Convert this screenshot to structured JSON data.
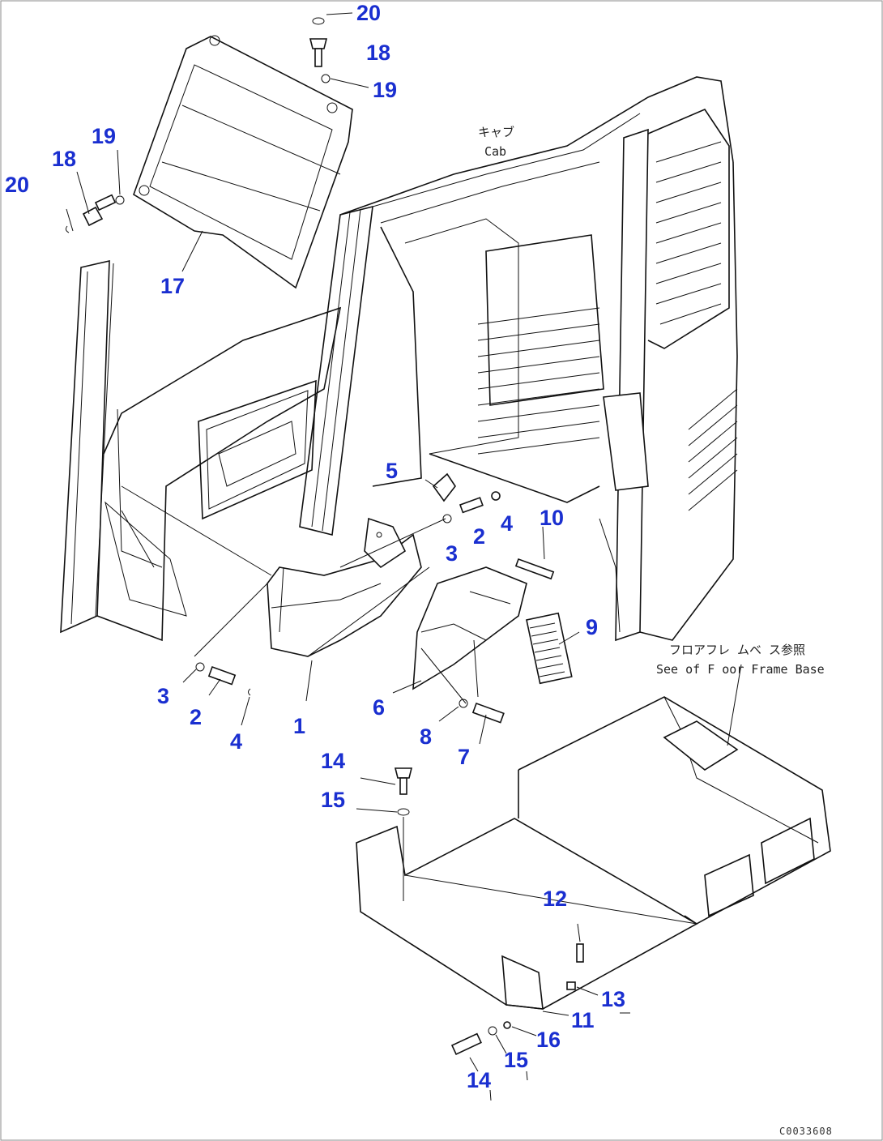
{
  "callouts": {
    "c20_top": "20",
    "c18_top": "18",
    "c19_top": "19",
    "c19_left": "19",
    "c18_left": "18",
    "c20_left": "20",
    "c17": "17",
    "c5": "5",
    "c10": "10",
    "c4_right": "4",
    "c2_right": "2",
    "c3_right": "3",
    "c9": "9",
    "c3_left": "3",
    "c2_left": "2",
    "c4_left": "4",
    "c1": "1",
    "c6": "6",
    "c8": "8",
    "c7": "7",
    "c14_top": "14",
    "c15_top": "15",
    "c12": "12",
    "c13": "13",
    "c11": "11",
    "c16": "16",
    "c15_bottom": "15",
    "c14_bottom": "14"
  },
  "notes": {
    "cab_jp": "キャブ",
    "cab_en": "Cab",
    "floor_jp": "フロアフレ ムベ ス参照",
    "floor_en": "See of F oor Frame Base"
  },
  "drawing_code": "C0033608"
}
